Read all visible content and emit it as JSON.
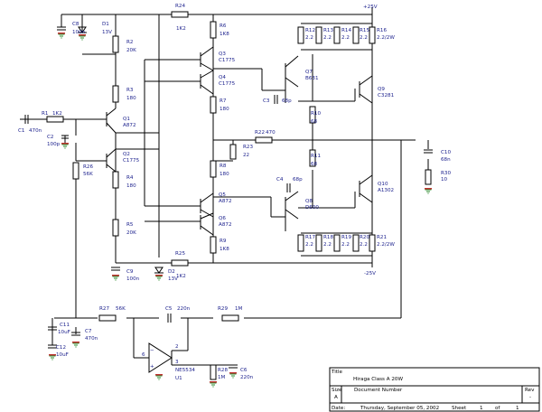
{
  "schematic": {
    "rails": {
      "positive": "+25V",
      "negative": "-25V"
    },
    "components": [
      {
        "ref": "C8",
        "value": "100n"
      },
      {
        "ref": "D1",
        "value": "13V"
      },
      {
        "ref": "R24",
        "value": "1K2"
      },
      {
        "ref": "R6",
        "value": "1K8"
      },
      {
        "ref": "R2",
        "value": "20K"
      },
      {
        "ref": "Q3",
        "value": "C1775"
      },
      {
        "ref": "Q4",
        "value": "C1775"
      },
      {
        "ref": "R3",
        "value": "180"
      },
      {
        "ref": "R7",
        "value": "180"
      },
      {
        "ref": "R12",
        "value": "2.2"
      },
      {
        "ref": "R13",
        "value": "2.2"
      },
      {
        "ref": "R14",
        "value": "2.2"
      },
      {
        "ref": "R15",
        "value": "2.2"
      },
      {
        "ref": "R16",
        "value": "2.2/2W"
      },
      {
        "ref": "Q7",
        "value": "B631"
      },
      {
        "ref": "Q9",
        "value": "C3281"
      },
      {
        "ref": "C3",
        "value": "68p"
      },
      {
        "ref": "R10",
        "value": "68"
      },
      {
        "ref": "C1",
        "value": "470n"
      },
      {
        "ref": "R1",
        "value": "1K2"
      },
      {
        "ref": "Q1",
        "value": "A872"
      },
      {
        "ref": "C2",
        "value": "100p"
      },
      {
        "ref": "R22",
        "value": "470"
      },
      {
        "ref": "R23",
        "value": "22"
      },
      {
        "ref": "C10",
        "value": "68n"
      },
      {
        "ref": "R30",
        "value": "10"
      },
      {
        "ref": "Q2",
        "value": "C1775"
      },
      {
        "ref": "R26",
        "value": "56K"
      },
      {
        "ref": "R8",
        "value": "180"
      },
      {
        "ref": "R11",
        "value": "68"
      },
      {
        "ref": "R4",
        "value": "180"
      },
      {
        "ref": "C4",
        "value": "68p"
      },
      {
        "ref": "Q10",
        "value": "A1302"
      },
      {
        "ref": "Q8",
        "value": "D600"
      },
      {
        "ref": "Q5",
        "value": "A872"
      },
      {
        "ref": "Q6",
        "value": "A872"
      },
      {
        "ref": "R5",
        "value": "20K"
      },
      {
        "ref": "R9",
        "value": "1K8"
      },
      {
        "ref": "R17",
        "value": "2.2"
      },
      {
        "ref": "R18",
        "value": "2.2"
      },
      {
        "ref": "R19",
        "value": "2.2"
      },
      {
        "ref": "R20",
        "value": "2.2"
      },
      {
        "ref": "R21",
        "value": "2.2/2W"
      },
      {
        "ref": "R25",
        "value": "1K2"
      },
      {
        "ref": "C9",
        "value": "100n"
      },
      {
        "ref": "D2",
        "value": "13V"
      },
      {
        "ref": "R27",
        "value": "56K"
      },
      {
        "ref": "C5",
        "value": "220n"
      },
      {
        "ref": "R29",
        "value": "1M"
      },
      {
        "ref": "C11",
        "value": "10uF"
      },
      {
        "ref": "C7",
        "value": "470n"
      },
      {
        "ref": "C12",
        "value": "10uF"
      },
      {
        "ref": "U1",
        "value": "NE5534"
      },
      {
        "ref": "R28",
        "value": "1M"
      },
      {
        "ref": "C6",
        "value": "220n"
      }
    ],
    "opamp_pins": [
      "2",
      "3",
      "6"
    ]
  },
  "title_block": {
    "title_label": "Title",
    "title": "Hiraga Class A 20W",
    "size_label": "Size",
    "size": "A",
    "docnum_label": "Document Number",
    "rev_label": "Rev",
    "rev": "-",
    "date_label": "Date:",
    "date": "Thursday, September 05, 2002",
    "sheet_label": "Sheet",
    "sheet": "1",
    "of_label": "of",
    "of": "1"
  }
}
